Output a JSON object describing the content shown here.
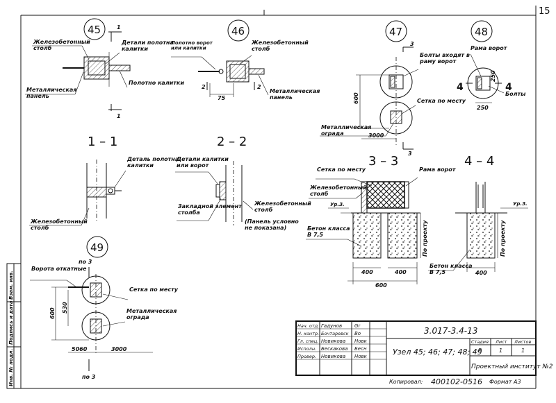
{
  "sheet": {
    "page_number": "15",
    "doc_code": "3.017-3.4-13",
    "title": "Узел 45; 46; 47; 48; 49",
    "institute": "Проектный институт №2",
    "copied": "Копировал:",
    "order_no": "400102-05",
    "order_suffix": "16",
    "format": "Формат А3",
    "stage_header": "Стадия",
    "sheet_header": "Лист",
    "sheets_header": "Листов",
    "stage": "Р",
    "sheet": "1",
    "sheets": "1",
    "people": [
      {
        "role": "Нач. отд.",
        "name": "Гадунов",
        "sign": "Gr"
      },
      {
        "role": "Н. контр.",
        "name": "Бочтаревск",
        "sign": "Bo"
      },
      {
        "role": "Гл. спец.",
        "name": "Новикова",
        "sign": "Новк"
      },
      {
        "role": "Исполн.",
        "name": "Бескакова",
        "sign": "Бесн"
      },
      {
        "role": "Провер.",
        "name": "Новикова",
        "sign": "Новк"
      }
    ],
    "side_stamp": [
      "Инв. № подл.",
      "Подпись и дата",
      "Взам. инв."
    ]
  },
  "nodes": {
    "n45": "45",
    "n46": "46",
    "n47": "47",
    "n48": "48",
    "n49": "49"
  },
  "sections": {
    "s11": "1 – 1",
    "s22": "2 – 2",
    "s33": "3 – 3",
    "s44": "4 – 4"
  },
  "labels": {
    "n45_rc_post": "Железобетонный столб",
    "n45_details": "Детали полотна калитки",
    "n45_metal_panel": "Металлическая панель",
    "n45_gate_leaf": "Полотно калитки",
    "n46_leaf": "Полотно ворот или калитки",
    "n46_rc_post": "Железобетонный столб",
    "n46_metal_panel": "Металлическая панель",
    "n47_bolts": "Болты входят в раму ворот",
    "n47_mesh": "Сетка по месту",
    "n47_fence": "Металлическая ограда",
    "n48_frame": "Рама ворот",
    "n48_bolts": "Болты",
    "s11_detail": "Деталь полотна калитки",
    "s11_rc_post": "Железобетонный столб",
    "s22_details": "Детали калитки или ворот",
    "s22_embed": "Закладной элемент столба",
    "s22_rc_post": "Железобетонный столб",
    "s22_note": "(Панель условно не показана)",
    "s33_mesh": "Сетка по месту",
    "s33_rc_post": "Железобетонный столб",
    "s33_frame": "Рама ворот",
    "s33_level": "Ур.З.",
    "s33_concrete": "Бетон класса В 7,5",
    "s33_design": "По проекту",
    "s44_level": "Ур.З.",
    "s44_design": "По проекту",
    "s44_concrete": "Бетон класса В 7,5",
    "n49_gate": "Ворота откатные",
    "n49_mesh": "Сетка по месту",
    "n49_fence": "Металлическая ограда",
    "cut1": "1",
    "cut2": "2",
    "cut3": "3",
    "cut4": "4",
    "cut_p3": "по 3"
  },
  "dims": {
    "n46_75": "75",
    "n47_600": "600",
    "n47_3000": "3000",
    "n48_250a": "250",
    "n48_250b": "250",
    "s33_400a": "400",
    "s33_400b": "400",
    "s33_600": "600",
    "s44_400": "400",
    "n49_600": "600",
    "n49_530": "530",
    "n49_5060": "5060",
    "n49_3000": "3000"
  }
}
